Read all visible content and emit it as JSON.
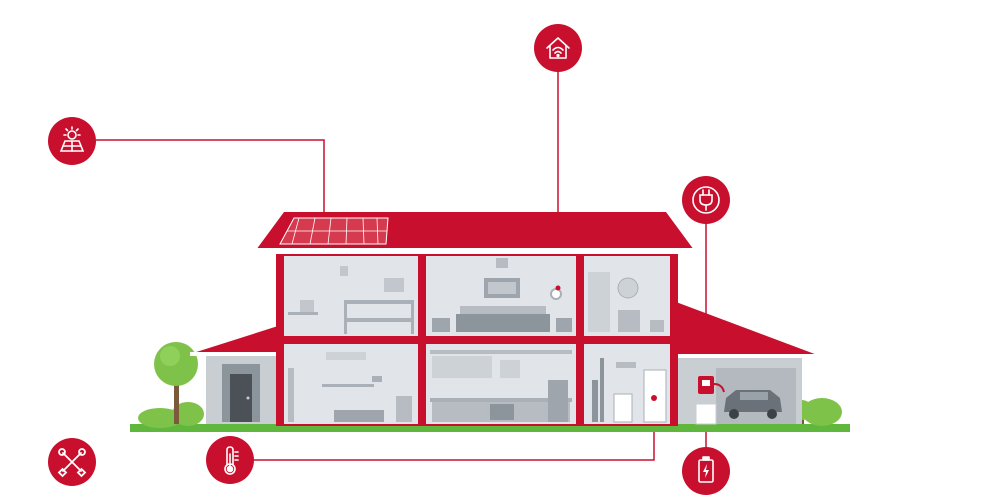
{
  "colors": {
    "accent": "#c8102e",
    "roof": "#c8102e",
    "wall_gray": "#c9ced3",
    "room_bg": "#e1e5e9",
    "furniture": "#a9b0b7",
    "grass": "#5fb73d",
    "tree": "#7fc24a",
    "trunk": "#7a5a3a"
  },
  "hotspots": [
    {
      "id": "solar",
      "icon": "solar-panel-sun-icon"
    },
    {
      "id": "smart_home",
      "icon": "wifi-house-icon"
    },
    {
      "id": "ev_charger",
      "icon": "ev-plug-icon"
    },
    {
      "id": "service",
      "icon": "wrench-screwdriver-icon"
    },
    {
      "id": "heating",
      "icon": "thermometer-icon"
    },
    {
      "id": "battery",
      "icon": "battery-charge-icon"
    }
  ]
}
